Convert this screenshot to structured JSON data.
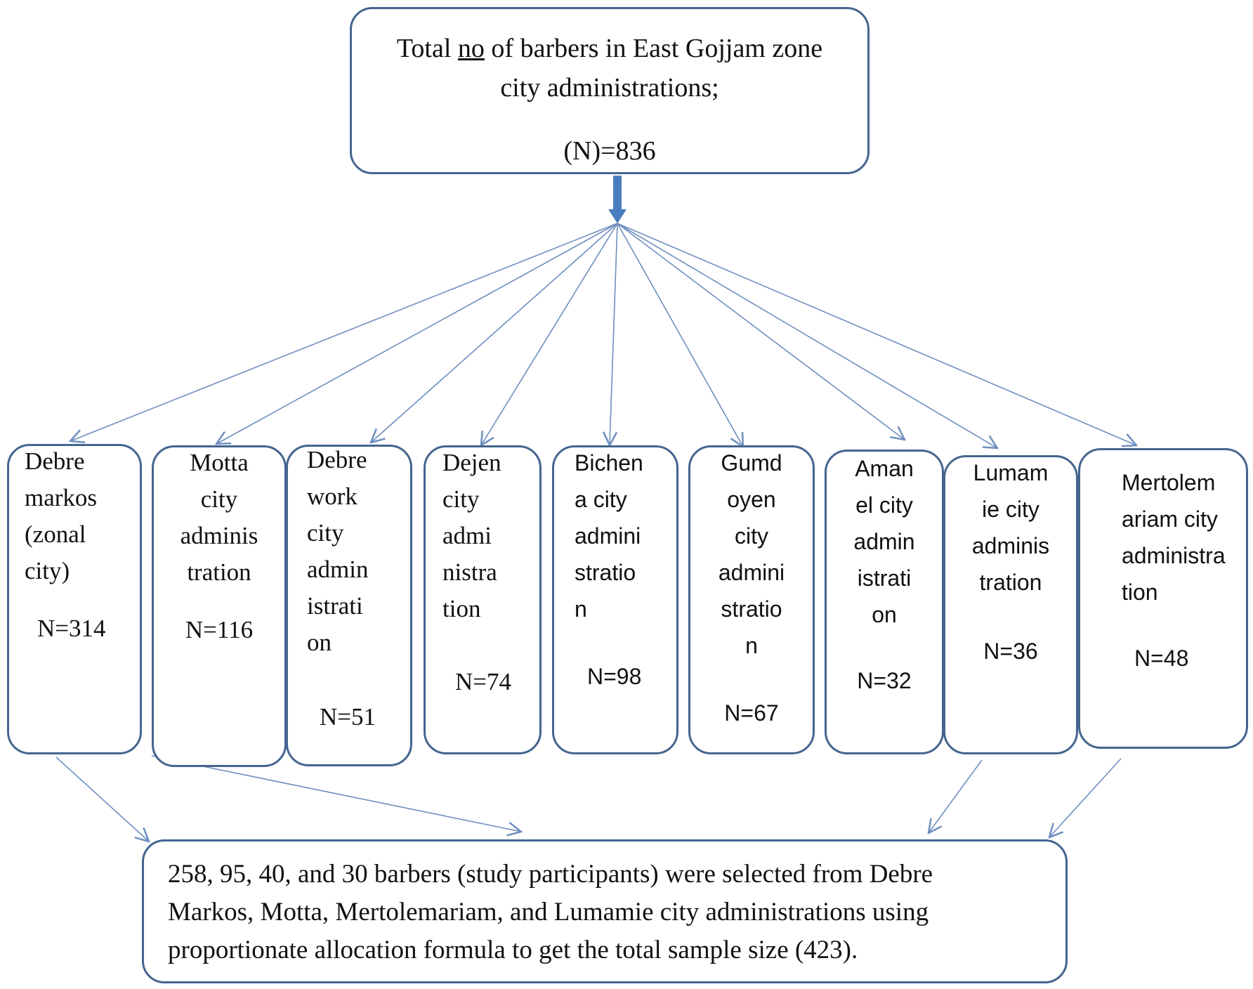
{
  "top": {
    "line1_pre": "Total ",
    "line1_no": "no",
    "line1_post": " of barbers in East Gojjam zone",
    "line2": "city administrations;",
    "line3": "(N)=836"
  },
  "cities": [
    {
      "lines": [
        "Debre",
        "markos",
        "(zonal",
        "city)"
      ],
      "count": "N=314"
    },
    {
      "lines": [
        "Motta",
        "city",
        "adminis",
        "tration"
      ],
      "count": "N=116"
    },
    {
      "lines": [
        "Debre",
        "work",
        "city",
        "admin",
        "istrati",
        "on"
      ],
      "count": "N=51"
    },
    {
      "lines": [
        "Dejen",
        "city",
        "admi",
        "nistra",
        "tion"
      ],
      "count": "N=74"
    },
    {
      "lines": [
        "Bichen",
        "a city",
        "admini",
        "stratio",
        "n"
      ],
      "count": "N=98"
    },
    {
      "lines": [
        "Gumd",
        "oyen",
        "city",
        "admini",
        "stratio",
        "n"
      ],
      "count": "N=67"
    },
    {
      "lines": [
        "Aman",
        "el city",
        "admin",
        "istrati",
        "on"
      ],
      "count": "N=32"
    },
    {
      "lines": [
        "Lumam",
        "ie city",
        "adminis",
        "tration"
      ],
      "count": "N=36"
    },
    {
      "lines": [
        "Mertolem",
        "ariam city",
        "administra",
        "tion"
      ],
      "count": "N=48"
    }
  ],
  "bottom": {
    "lines": [
      "258, 95, 40, and 30 barbers (study participants) were selected from Debre",
      "Markos, Motta, Mertolemariam, and Lumamie city administrations using",
      "proportionate allocation formula to get the total sample size (423)."
    ]
  },
  "colors": {
    "box_border": "#44658f",
    "arrow": "#6f8fbf",
    "main_arrow": "#4a7dc0"
  }
}
